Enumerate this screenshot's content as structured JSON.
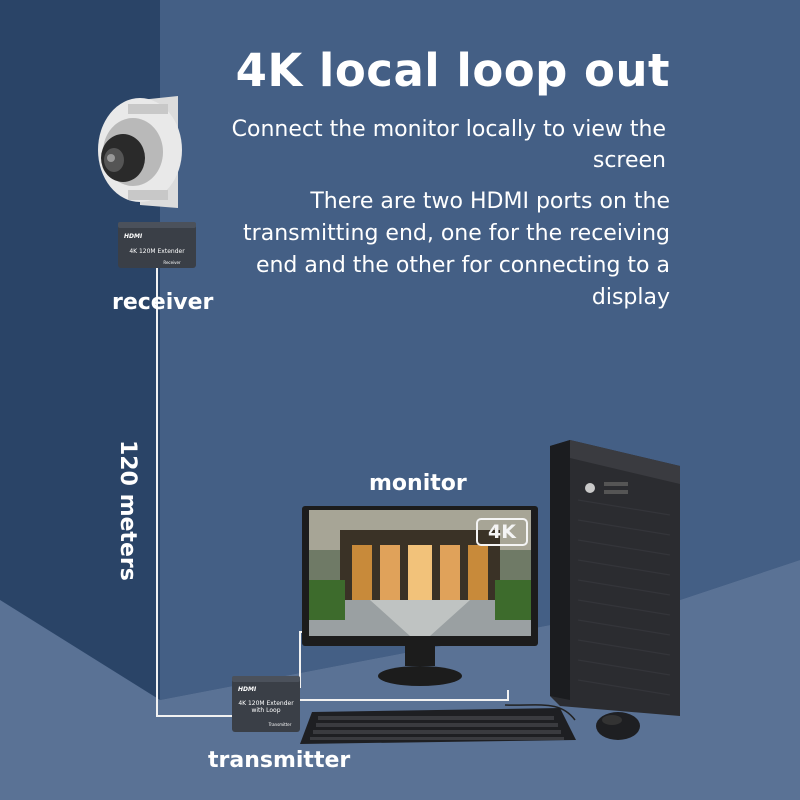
{
  "headline": {
    "title": "4K local loop out",
    "subtitle_1": "Connect the monitor locally to view the screen",
    "subtitle_2": "There are two HDMI ports on the transmitting end, one for the receiving end and the other for connecting to a display"
  },
  "labels": {
    "receiver": "receiver",
    "monitor": "monitor",
    "transmitter": "transmitter",
    "distance": "120 meters"
  },
  "receiver_device": {
    "logo": "HDMI",
    "model": "4K 120M Extender",
    "role": "Receiver"
  },
  "transmitter_device": {
    "logo": "HDMI",
    "model": "4K 120M Extender with Loop",
    "role": "Transmitter"
  },
  "monitor_screen": {
    "badge": "4K"
  },
  "icons": [
    "dome-camera-icon",
    "pc-tower-icon",
    "keyboard-icon",
    "mouse-icon",
    "monitor-icon"
  ],
  "colors": {
    "wall_dark": "#2f4a6e",
    "wall_light": "#445f85",
    "floor": "#5a7295",
    "cable": "#f2f2f2",
    "device_body": "#3a3f47"
  }
}
